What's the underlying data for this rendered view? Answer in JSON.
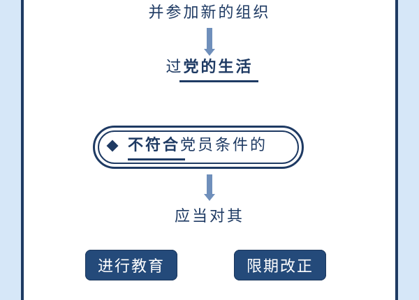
{
  "lines": {
    "top": "并参加新的组织",
    "life_prefix": "过",
    "life_bold": "党的生活",
    "pill_bold": "不符合",
    "pill_rest": "党员条件的",
    "deal": "应当对其"
  },
  "buttons": {
    "educate": "进行教育",
    "correct": "限期改正"
  },
  "colors": {
    "navy": "#1e3a63",
    "arrow": "#6f8fbb",
    "button": "#244a7a",
    "background": "#d6e7f8"
  }
}
